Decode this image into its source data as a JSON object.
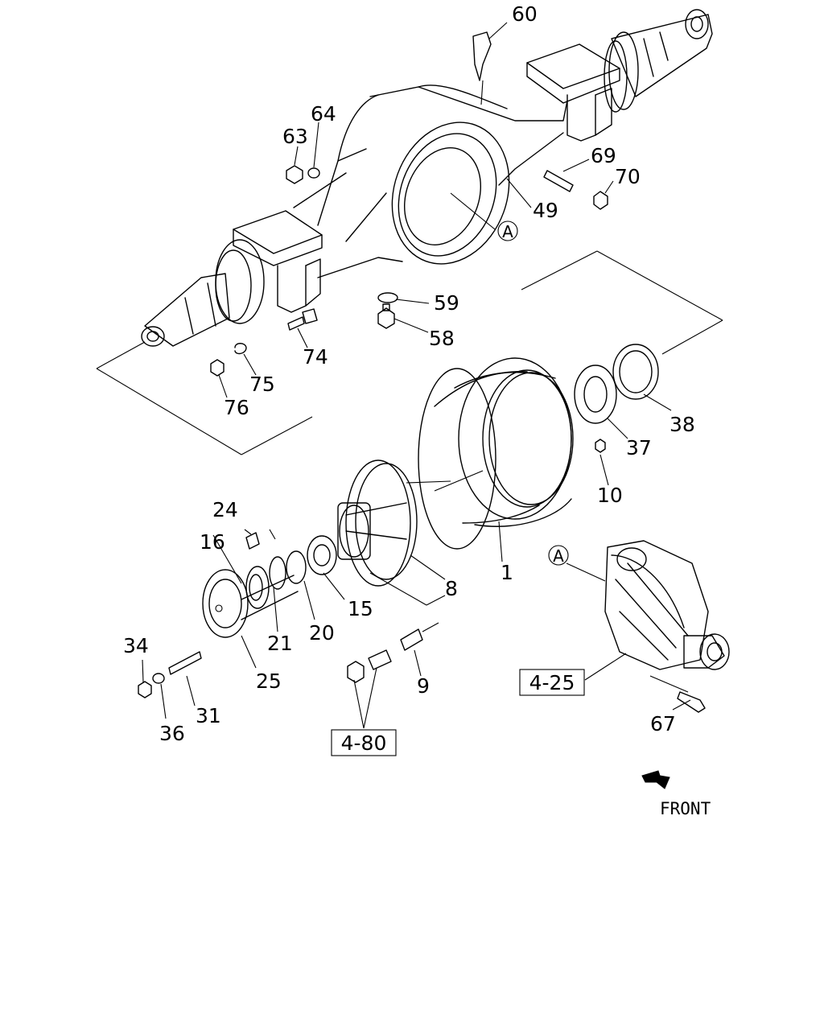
{
  "labels": {
    "p60": "60",
    "p64": "64",
    "p63": "63",
    "p69": "69",
    "p70": "70",
    "p49": "49",
    "p59": "59",
    "p58": "58",
    "p74": "74",
    "p75": "75",
    "p76": "76",
    "p38": "38",
    "p37": "37",
    "p10": "10",
    "p24": "24",
    "p16": "16",
    "p1": "1",
    "p8": "8",
    "p15": "15",
    "p21": "21",
    "p20": "20",
    "p34": "34",
    "p25": "25",
    "p9": "9",
    "p31": "31",
    "p36": "36",
    "p67": "67"
  },
  "callouts": {
    "a1": "A",
    "a2": "A"
  },
  "references": {
    "ref_4_25": "4-25",
    "ref_4_80": "4-80"
  },
  "front_label": "FRONT"
}
